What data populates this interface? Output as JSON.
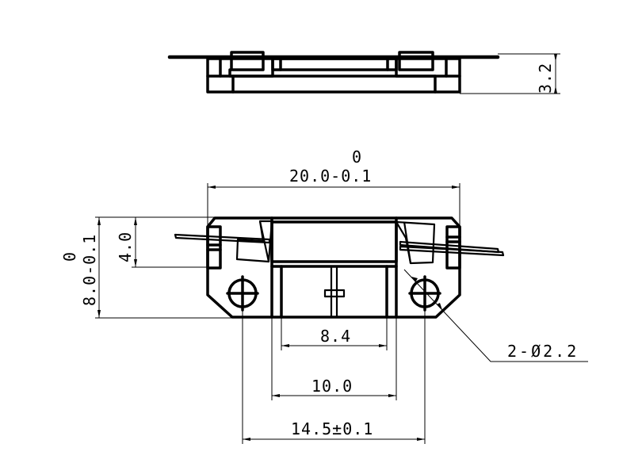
{
  "drawing": {
    "top_view": {
      "height_dim": "3.2"
    },
    "front_view": {
      "width_dim": {
        "nominal": "20.0-0.1",
        "upper": "0"
      },
      "height_dim": {
        "nominal": "8.0-0.1",
        "upper": "0"
      },
      "upper_height_dim": "4.0",
      "inner_width_dim": "8.4",
      "mid_width_dim": "10.0",
      "hole_spacing_dim": "14.5±0.1",
      "hole_callout": "2-Ø2.2"
    },
    "colors": {
      "line": "#000000",
      "background": "#ffffff"
    }
  }
}
